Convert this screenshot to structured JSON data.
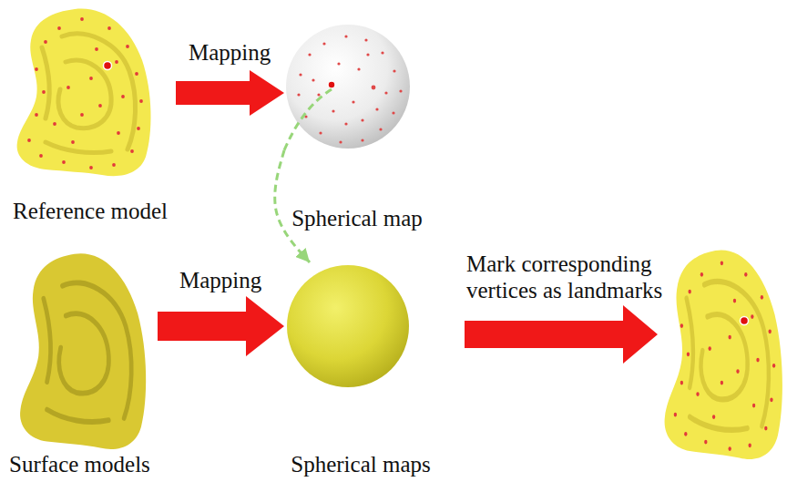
{
  "diagram": {
    "nodes": [
      {
        "text": [
          "Reference model"
        ]
      },
      {
        "text": [
          "Spherical map"
        ]
      },
      {
        "text": [
          "Surface models"
        ]
      },
      {
        "text": [
          "Spherical maps"
        ]
      }
    ],
    "edges": [
      {
        "from": 0,
        "to": 1,
        "arrow": "to",
        "label": "Mapping"
      },
      {
        "from": 2,
        "to": 3,
        "arrow": "to",
        "label": "Mapping"
      },
      {
        "from": 1,
        "to": 3,
        "arrow": "to"
      }
    ],
    "labels": [
      "Mark corresponding vertices as landmarks"
    ]
  }
}
